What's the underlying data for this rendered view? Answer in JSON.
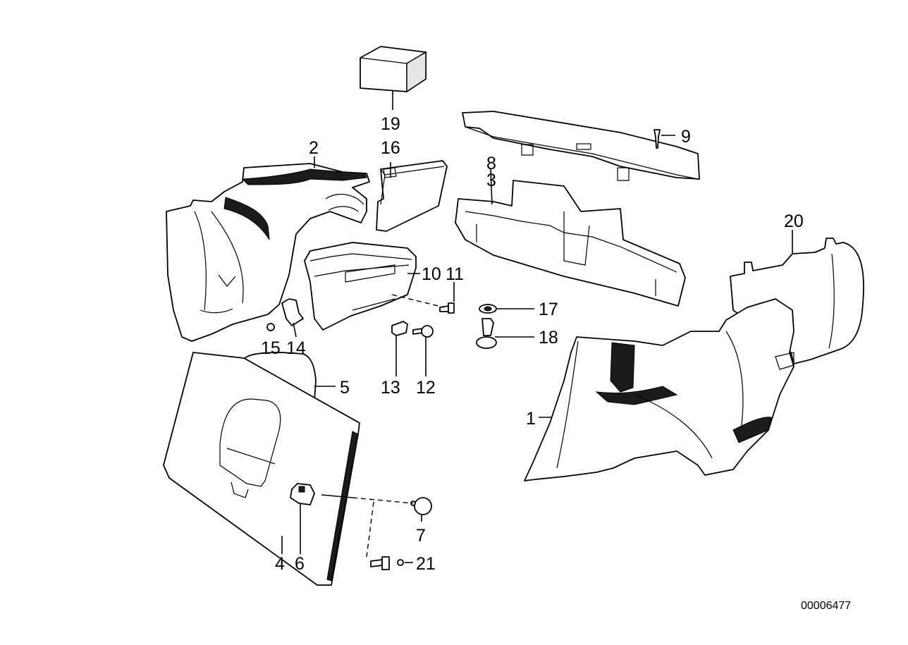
{
  "diagram": {
    "reference_number": "00006477",
    "callouts": {
      "c1": "1",
      "c2": "2",
      "c3": "3",
      "c4": "4",
      "c5": "5",
      "c6": "6",
      "c7": "7",
      "c8": "8",
      "c9": "9",
      "c10": "10",
      "c11": "11",
      "c12": "12",
      "c13": "13",
      "c14": "14",
      "c15": "15",
      "c16": "16",
      "c17": "17",
      "c18": "18",
      "c19": "19",
      "c20": "20",
      "c21": "21"
    }
  }
}
